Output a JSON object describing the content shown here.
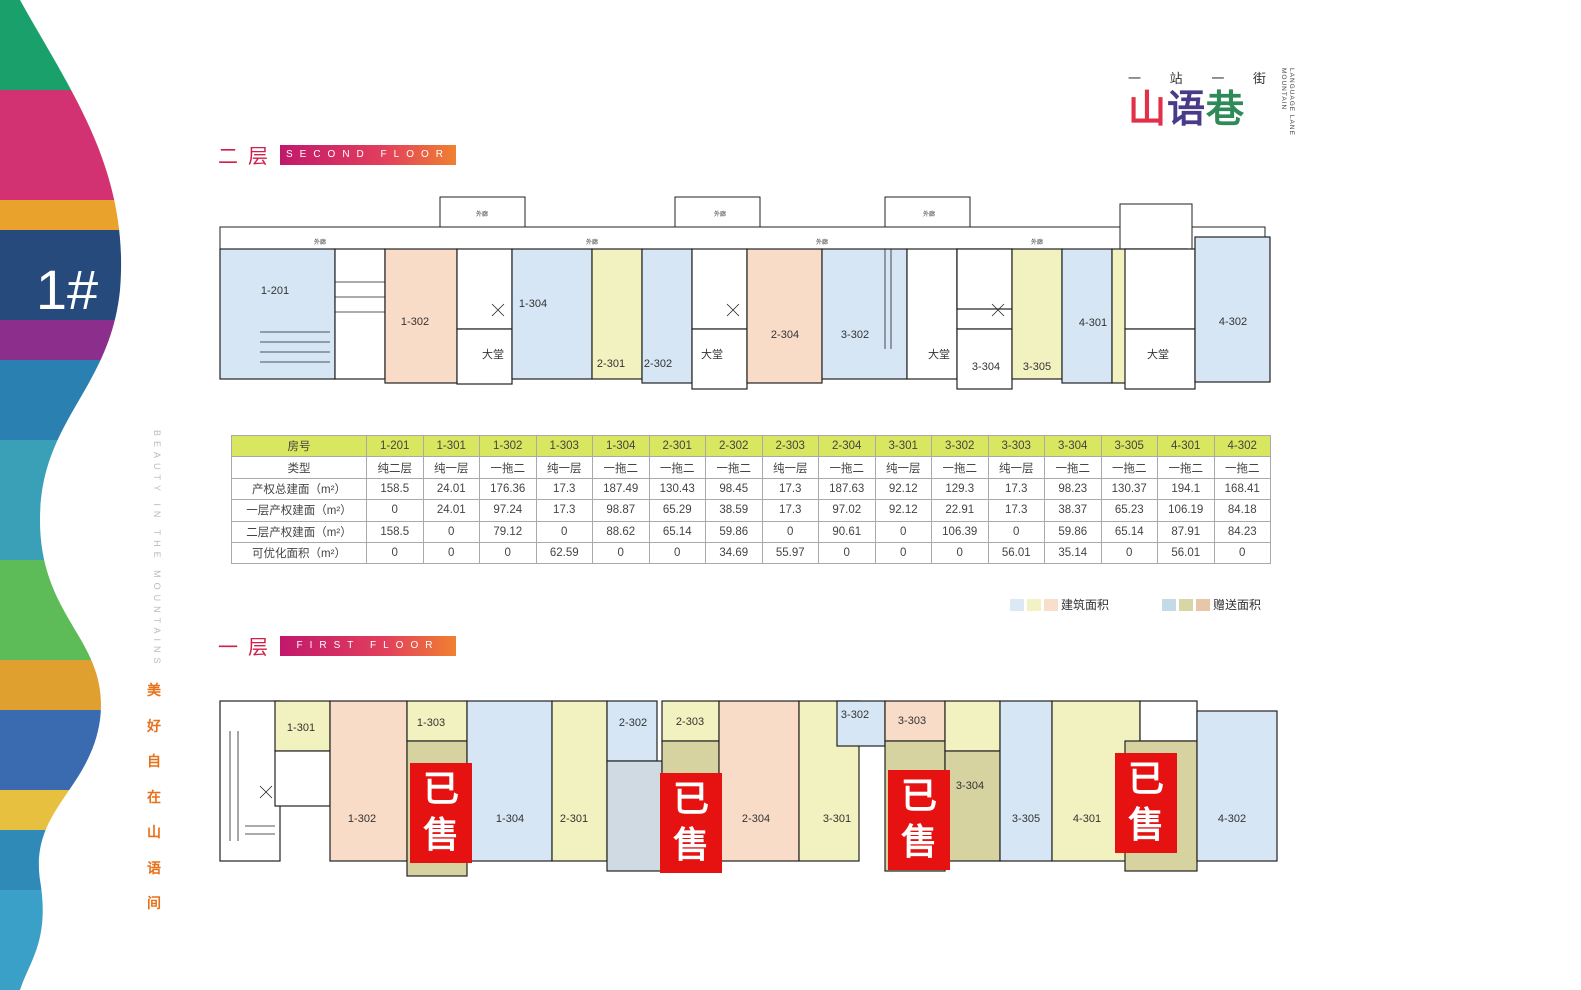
{
  "side": {
    "building": "1#",
    "vertical_en": "BEAUTY IN THE MOUNTAINS",
    "vertical_cn": "美好自在山语间"
  },
  "logo": {
    "tagline": [
      "一",
      "站",
      "一",
      "街"
    ],
    "name": [
      "山",
      "语",
      "巷"
    ],
    "en": "LANGUAGE LANE MOUNTAIN"
  },
  "second_floor": {
    "title_cn": "二层",
    "title_en": "SECOND FLOOR",
    "units": [
      "1-201",
      "1-302",
      "1-304",
      "2-301",
      "2-302",
      "2-304",
      "3-302",
      "3-304",
      "3-305",
      "4-301",
      "4-302"
    ],
    "lobbies": [
      "大堂",
      "大堂",
      "大堂",
      "大堂"
    ],
    "corridor": "外廊"
  },
  "first_floor": {
    "title_cn": "一层",
    "title_en": "FIRST FLOOR",
    "units": [
      "1-301",
      "1-303",
      "1-302",
      "1-304",
      "2-301",
      "2-302",
      "2-303",
      "2-304",
      "3-301",
      "3-302",
      "3-303",
      "3-304",
      "3-305",
      "4-301",
      "4-302"
    ],
    "sold_label": "已售",
    "sold_count": 4
  },
  "table": {
    "header_label": "房号",
    "rooms": [
      "1-201",
      "1-301",
      "1-302",
      "1-303",
      "1-304",
      "2-301",
      "2-302",
      "2-303",
      "2-304",
      "3-301",
      "3-302",
      "3-303",
      "3-304",
      "3-305",
      "4-301",
      "4-302"
    ],
    "rows": [
      {
        "label": "类型",
        "values": [
          "纯二层",
          "纯一层",
          "一拖二",
          "纯一层",
          "一拖二",
          "一拖二",
          "一拖二",
          "纯一层",
          "一拖二",
          "纯一层",
          "一拖二",
          "纯一层",
          "一拖二",
          "一拖二",
          "一拖二",
          "一拖二"
        ]
      },
      {
        "label": "产权总建面（m²）",
        "values": [
          "158.5",
          "24.01",
          "176.36",
          "17.3",
          "187.49",
          "130.43",
          "98.45",
          "17.3",
          "187.63",
          "92.12",
          "129.3",
          "17.3",
          "98.23",
          "130.37",
          "194.1",
          "168.41"
        ]
      },
      {
        "label": "一层产权建面（m²）",
        "values": [
          "0",
          "24.01",
          "97.24",
          "17.3",
          "98.87",
          "65.29",
          "38.59",
          "17.3",
          "97.02",
          "92.12",
          "22.91",
          "17.3",
          "38.37",
          "65.23",
          "106.19",
          "84.18"
        ]
      },
      {
        "label": "二层产权建面（m²）",
        "values": [
          "158.5",
          "0",
          "79.12",
          "0",
          "88.62",
          "65.14",
          "59.86",
          "0",
          "90.61",
          "0",
          "106.39",
          "0",
          "59.86",
          "65.14",
          "87.91",
          "84.23"
        ]
      },
      {
        "label": "可优化面积（m²）",
        "values": [
          "0",
          "0",
          "0",
          "62.59",
          "0",
          "0",
          "34.69",
          "55.97",
          "0",
          "0",
          "0",
          "56.01",
          "35.14",
          "0",
          "56.01",
          "0"
        ]
      }
    ]
  },
  "legend": {
    "built_label": "建筑面积",
    "gift_label": "赠送面积",
    "built_colors": [
      "#dce9f5",
      "#f2f2c4",
      "#f7dfcc"
    ],
    "gift_colors": [
      "#c6d9e6",
      "#d8d6a4",
      "#e8c6a8"
    ]
  },
  "colors": {
    "blue": "#d6e6f4",
    "yellow": "#f2f2c0",
    "peach": "#f8dcc8",
    "olive": "#d6d3a0",
    "grey": "#cfdae3",
    "sold": "#e61212",
    "accent": "#d0204a"
  }
}
